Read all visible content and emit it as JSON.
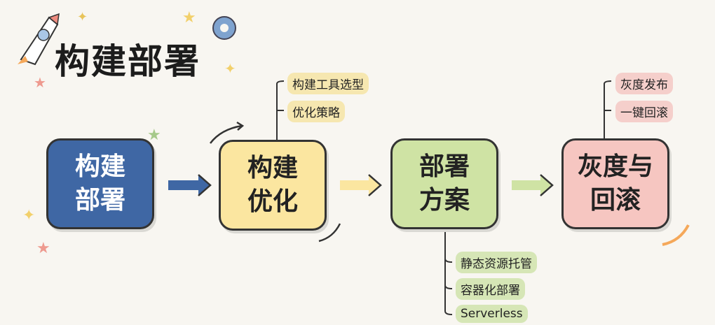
{
  "title": "构建部署",
  "nodes": [
    {
      "line1": "构建",
      "line2": "部署",
      "color": "#3f67a4"
    },
    {
      "line1": "构建",
      "line2": "优化",
      "color": "#fbe6a0"
    },
    {
      "line1": "部署",
      "line2": "方案",
      "color": "#cfe3a4"
    },
    {
      "line1": "灰度与",
      "line2": "回滚",
      "color": "#f6c6c1"
    }
  ],
  "branches": {
    "optimize": [
      "构建工具选型",
      "优化策略"
    ],
    "deploy": [
      "静态资源托管",
      "容器化部署",
      "Serverless"
    ],
    "rollback": [
      "灰度发布",
      "一键回滚"
    ]
  }
}
